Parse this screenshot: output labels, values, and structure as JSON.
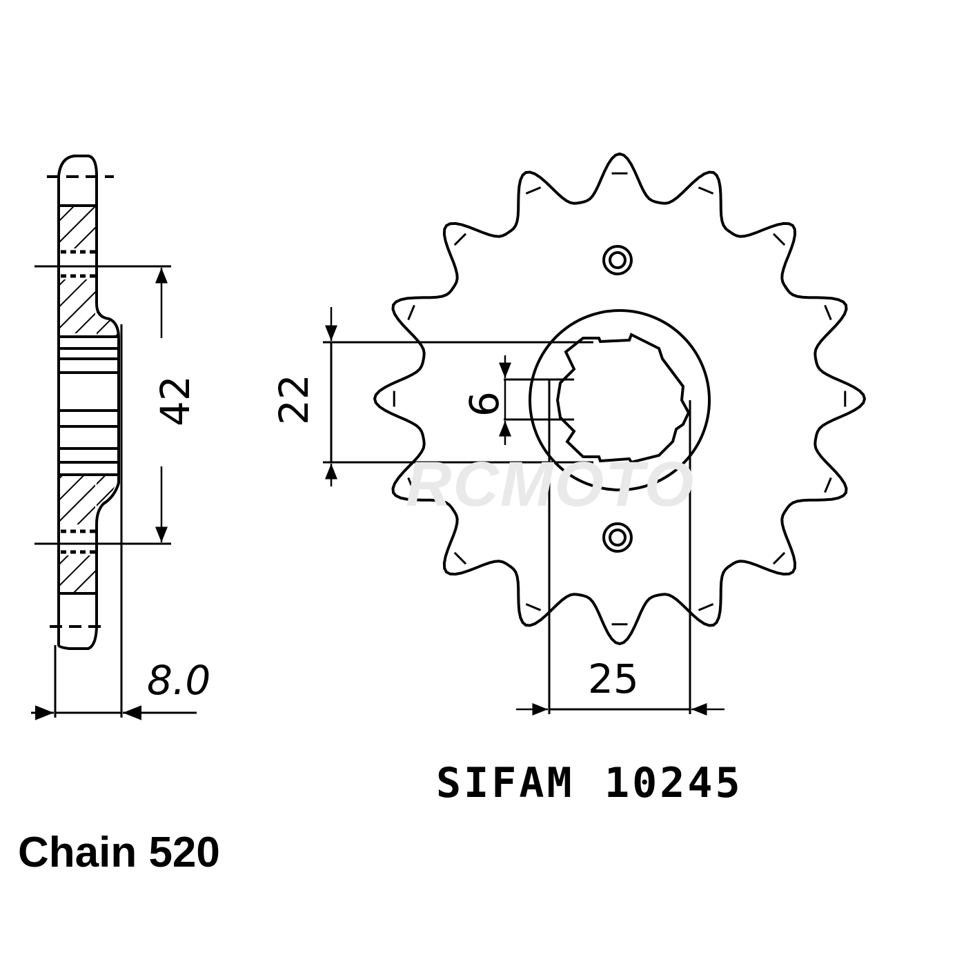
{
  "drawing": {
    "type": "front sprocket technical drawing",
    "teeth_count": 16,
    "colors": {
      "line": "#000000",
      "background": "#ffffff",
      "watermark": "#e9e9e9"
    }
  },
  "side_view": {
    "dimensions": {
      "pitch_diameter_marker": "42",
      "thickness": "8.0"
    }
  },
  "front_view": {
    "dimensions": {
      "spline_outer": "22",
      "spline_width": "6",
      "hub_width": "25"
    }
  },
  "part_code": {
    "brand": "SIFAM",
    "number": "10245"
  },
  "chain_label": "Chain 520",
  "watermark": "RCMOTO"
}
